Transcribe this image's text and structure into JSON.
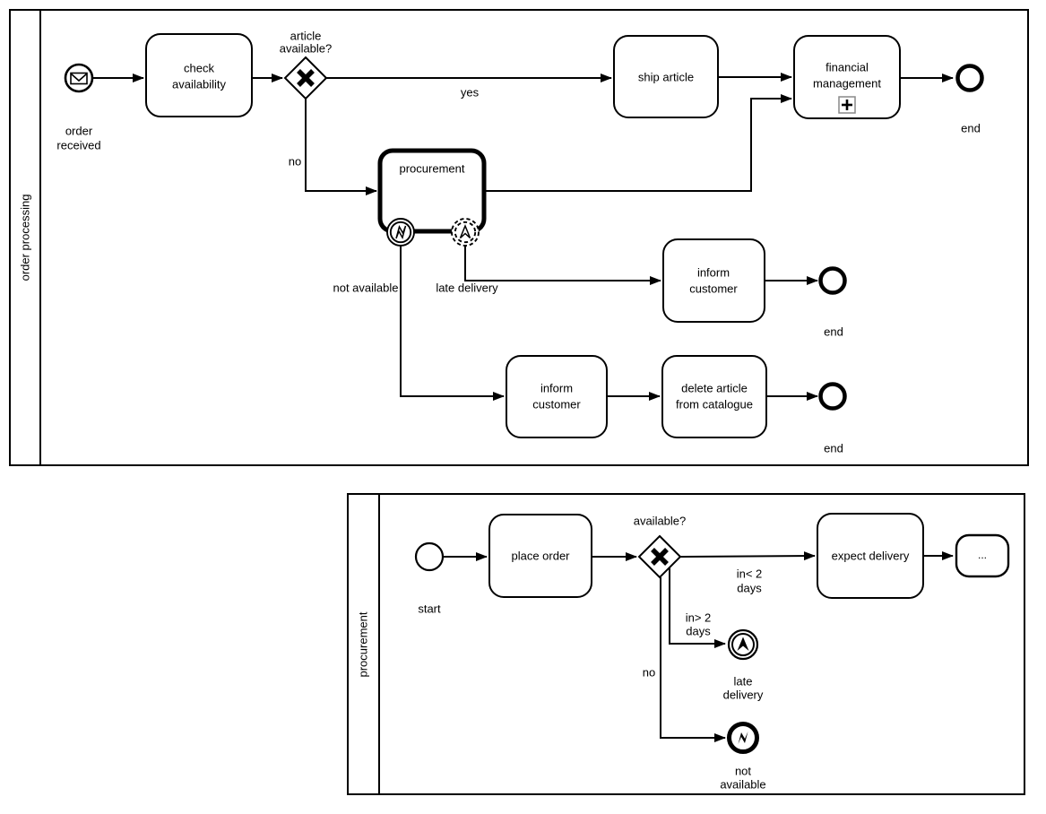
{
  "colors": {
    "stroke": "#000000",
    "background": "#ffffff",
    "marker_box_border": "#888888"
  },
  "pool_order_processing": {
    "label": "order processing",
    "start_event": {
      "line1": "order",
      "line2": "received"
    },
    "task_check_availability": {
      "line1": "check",
      "line2": "availability"
    },
    "gateway_article_available": {
      "line1": "article",
      "line2": "available?"
    },
    "flow_yes_label": "yes",
    "flow_no_label": "no",
    "task_ship_article": {
      "line1": "ship article"
    },
    "subprocess_financial_management": {
      "line1": "financial",
      "line2": "management"
    },
    "end_event_1_label": "end",
    "subprocess_procurement": {
      "label": "procurement"
    },
    "boundary_error_label": "not available",
    "boundary_escalation_label": "late delivery",
    "task_inform_customer_mid": {
      "line1": "inform",
      "line2": "customer"
    },
    "end_event_2_label": "end",
    "task_inform_customer_low": {
      "line1": "inform",
      "line2": "customer"
    },
    "task_delete_article": {
      "line1": "delete article",
      "line2": "from catalogue"
    },
    "end_event_3_label": "end"
  },
  "pool_procurement": {
    "label": "procurement",
    "start_event_label": "start",
    "task_place_order": {
      "line1": "place order"
    },
    "gateway_available_label": "available?",
    "flow_in_lt_2": {
      "line1": "in< 2",
      "line2": "days"
    },
    "flow_in_gt_2": {
      "line1": "in> 2",
      "line2": "days"
    },
    "flow_no_label": "no",
    "task_expect_delivery": {
      "line1": "expect delivery"
    },
    "collapsed_more_label": "...",
    "event_late_delivery": {
      "line1": "late",
      "line2": "delivery"
    },
    "end_event_not_available": {
      "line1": "not",
      "line2": "available"
    }
  }
}
